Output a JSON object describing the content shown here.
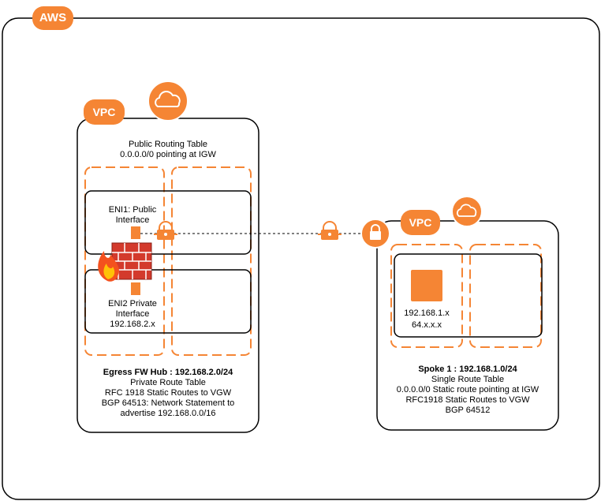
{
  "aws_badge": "AWS",
  "colors": {
    "accent": "#f58534",
    "border": "#000000",
    "white": "#ffffff"
  },
  "hub_vpc": {
    "badge": "VPC",
    "cloud_icon": "cloud-icon",
    "public_route": [
      "Public Routing Table",
      "0.0.0.0/0 pointing at IGW"
    ],
    "eni1": [
      "ENI1: Public",
      "Interface"
    ],
    "eni2": [
      "ENI2 Private",
      "Interface",
      "192.168.2.x"
    ],
    "firewall_icon": "firewall-icon",
    "title": "Egress FW Hub : 192.168.2.0/24",
    "details": [
      "Private Route Table",
      "RFC 1918 Static Routes to VGW",
      "BGP 64513: Network Statement to",
      "advertise 192.168.0.0/16"
    ]
  },
  "spoke_vpc": {
    "badge": "VPC",
    "cloud_icon": "cloud-icon",
    "lock_icon": "lock-icon",
    "instance": [
      "192.168.1.x",
      "64.x.x.x"
    ],
    "title": "Spoke 1 : 192.168.1.0/24",
    "details": [
      "Single Route Table",
      "0.0.0.0/0 Static route pointing at IGW",
      "RFC1918 Static Routes to VGW",
      "BGP 64512"
    ]
  },
  "vpn_gateway_icons": [
    "vpn-gateway-icon",
    "vpn-gateway-icon"
  ]
}
